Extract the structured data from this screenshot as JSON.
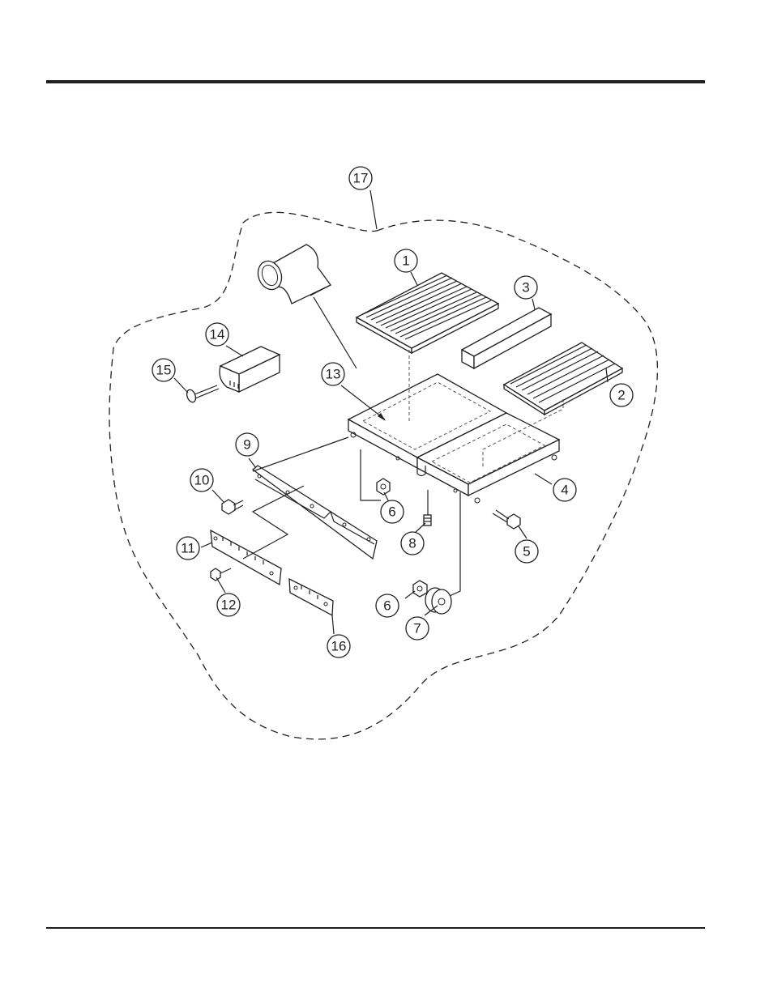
{
  "diagram": {
    "callouts": [
      "1",
      "2",
      "3",
      "4",
      "5",
      "6",
      "6",
      "7",
      "8",
      "9",
      "10",
      "11",
      "12",
      "13",
      "14",
      "15",
      "16",
      "17"
    ]
  }
}
